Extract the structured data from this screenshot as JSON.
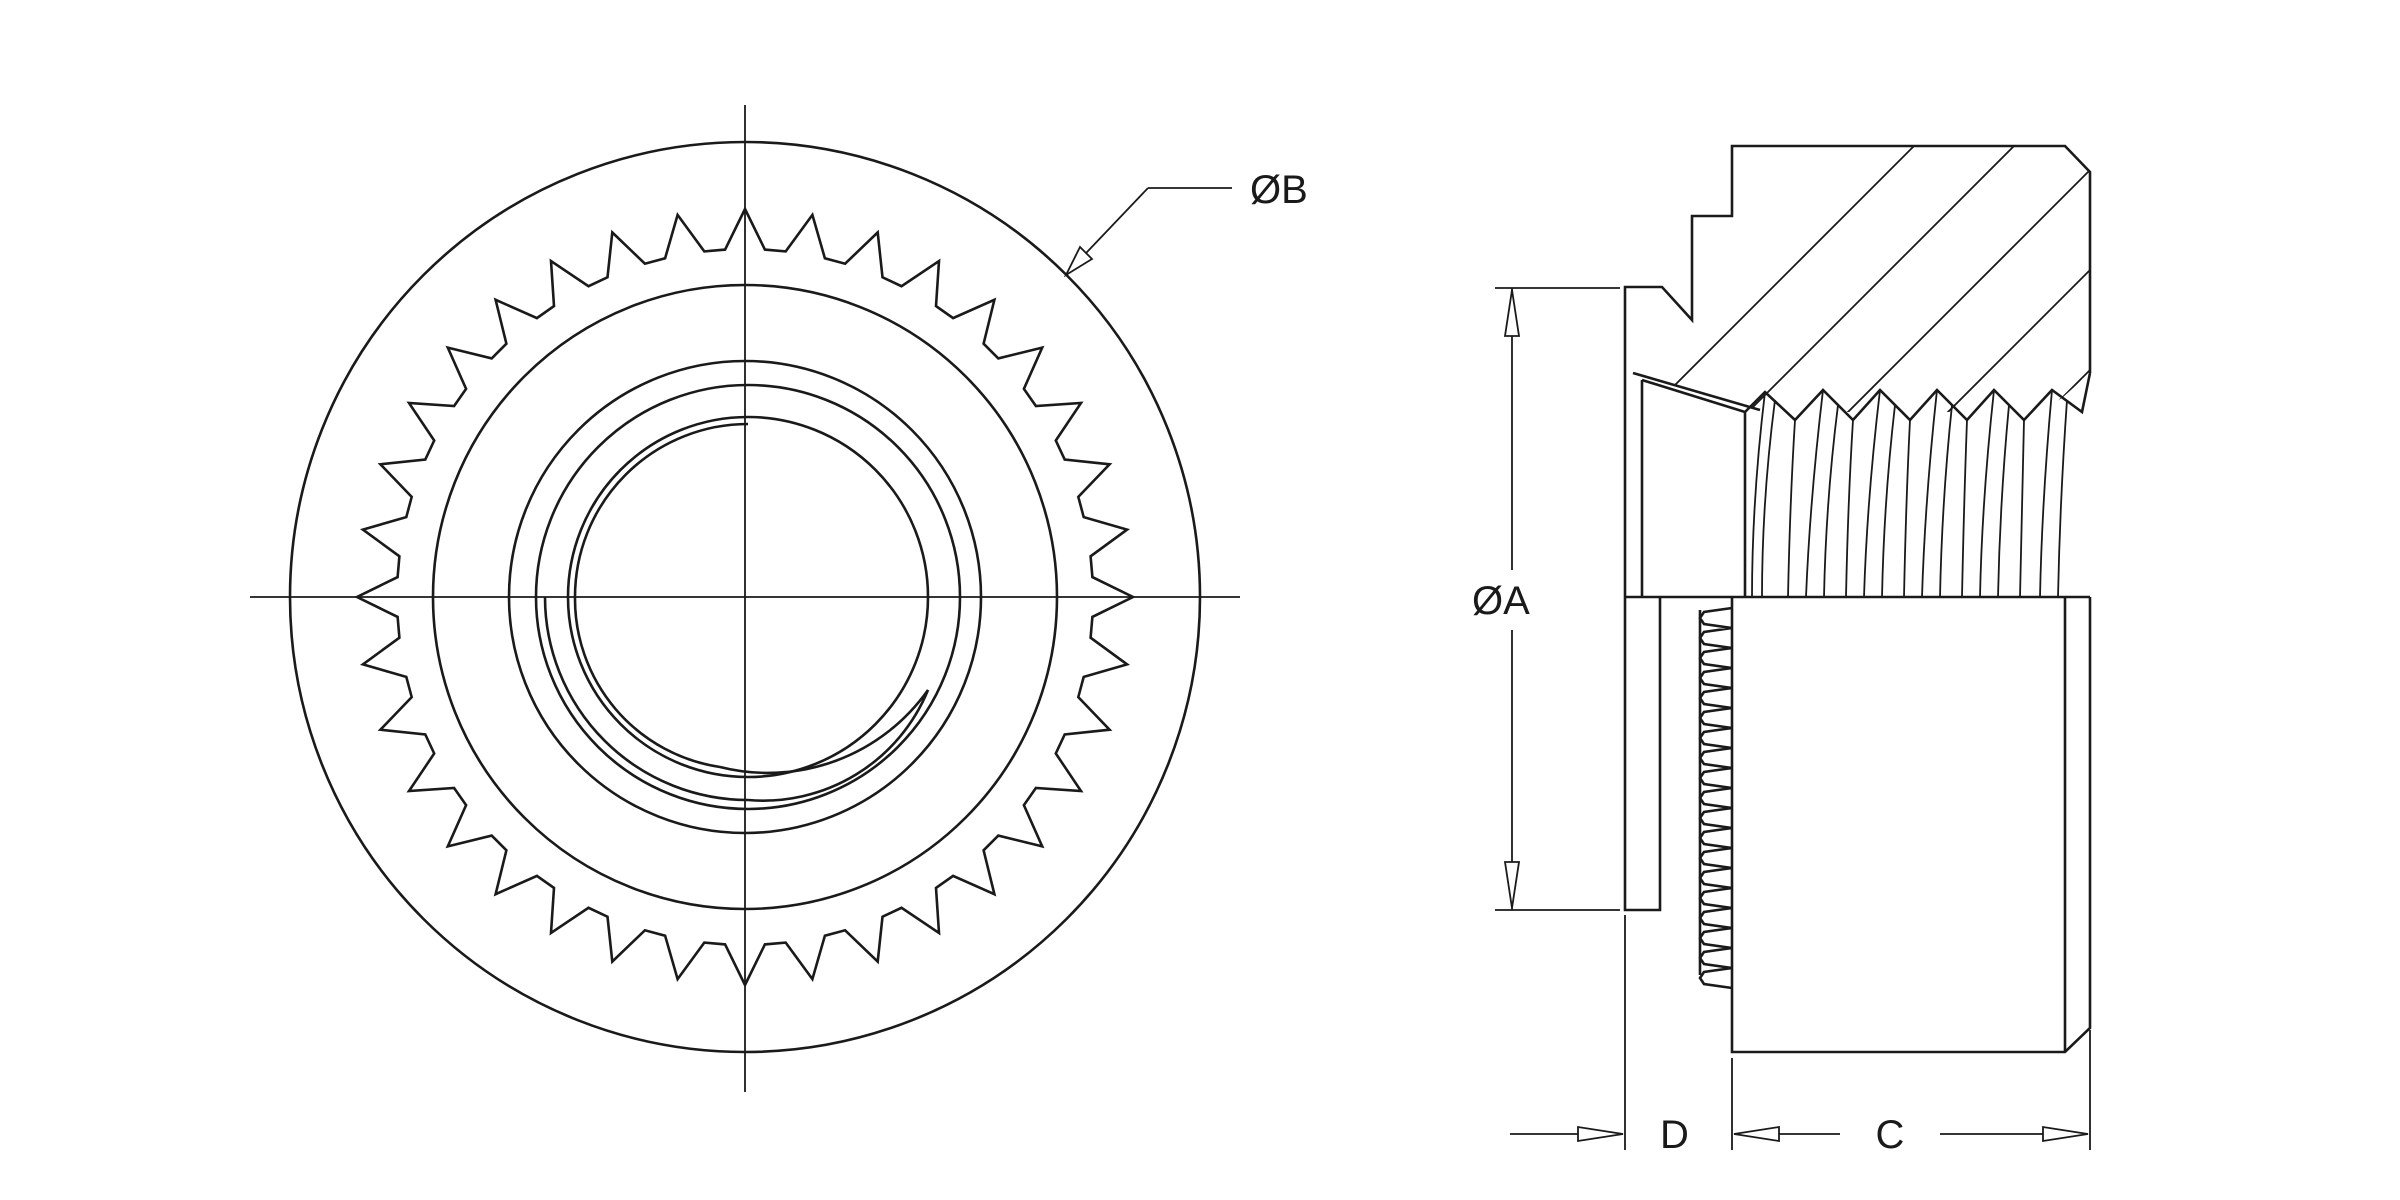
{
  "drawing": {
    "labels": {
      "dia_b": "ØB",
      "dia_a": "ØA",
      "dim_c": "C",
      "dim_d": "D"
    },
    "views": [
      "front-view",
      "section-view"
    ],
    "colors": {
      "line": "#1a1a1a",
      "background": "#ffffff"
    }
  }
}
